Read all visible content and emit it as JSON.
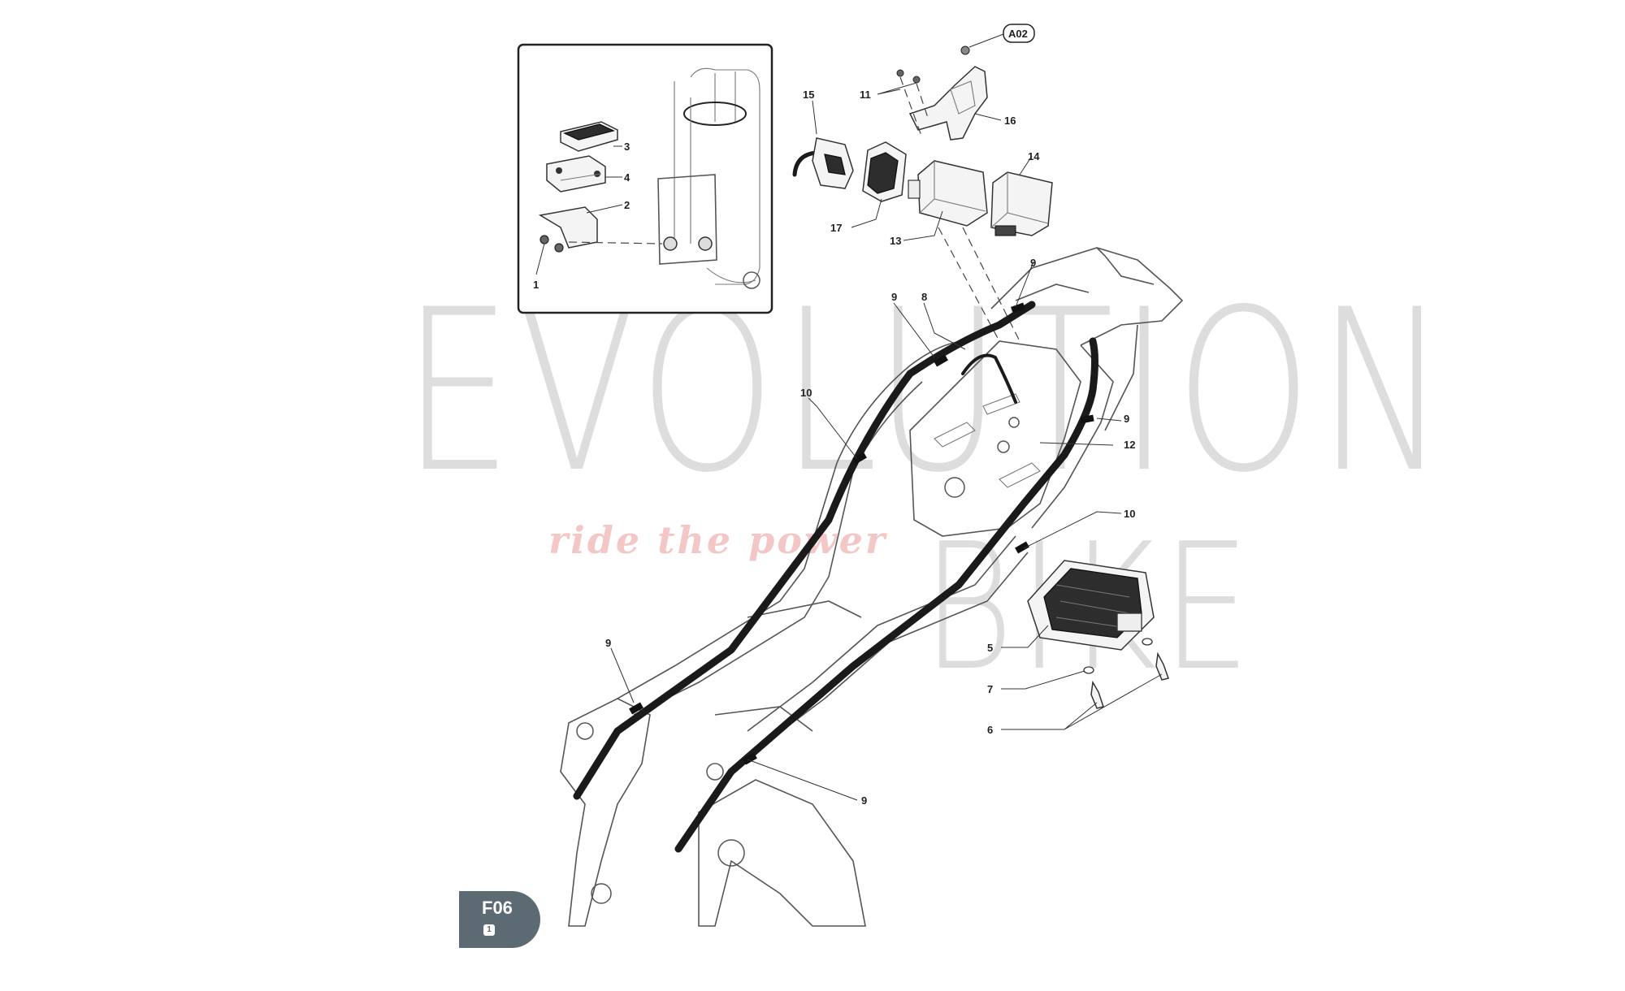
{
  "watermark": {
    "line1": "EVOLUTION",
    "line2": "BIKE",
    "tagline": "ride the power"
  },
  "badge": {
    "code": "F06",
    "sub": "1"
  },
  "reference_tag": "A02",
  "inset_callouts": [
    "3",
    "4",
    "2",
    "1"
  ],
  "callouts": {
    "c15": "15",
    "c11": "11",
    "c16": "16",
    "c14": "14",
    "c17": "17",
    "c13": "13",
    "c9a": "9",
    "c9b": "9",
    "c8": "8",
    "c10a": "10",
    "c9c": "9",
    "c12": "12",
    "c10b": "10",
    "c5": "5",
    "c7": "7",
    "c6": "6",
    "c9d": "9",
    "c9e": "9"
  }
}
